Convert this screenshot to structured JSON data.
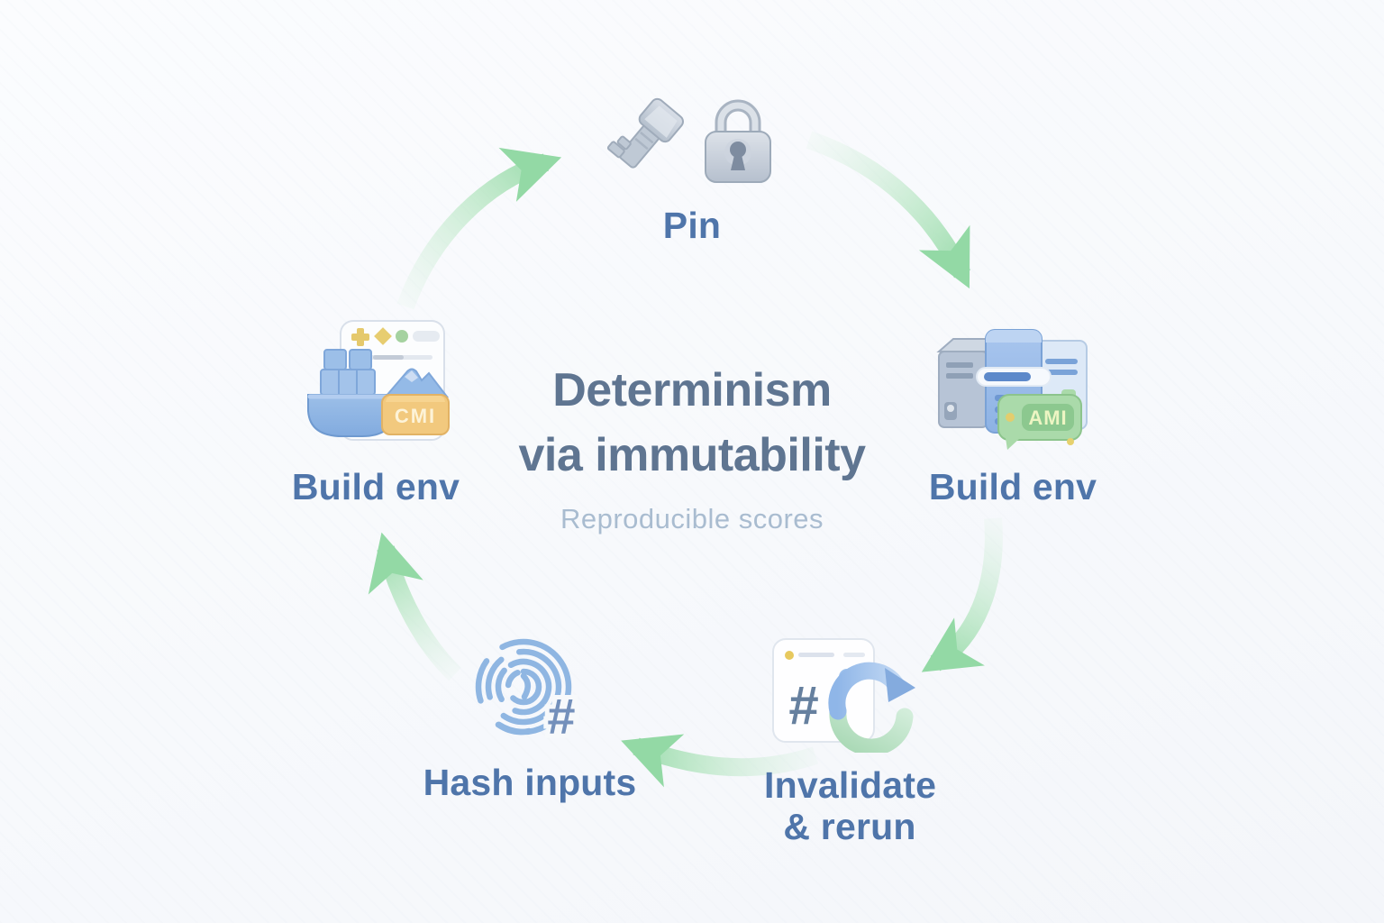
{
  "title": {
    "line1": "Determinism",
    "line2": "via immutability",
    "subtitle": "Reproducible scores"
  },
  "nodes": [
    {
      "id": "pin",
      "label": "Pin",
      "icons": [
        "key-icon",
        "padlock-icon"
      ]
    },
    {
      "id": "build-env-right",
      "label": "Build env",
      "badge": "AMI",
      "icons": [
        "server-tower-icon",
        "document-icon",
        "ami-badge-icon"
      ]
    },
    {
      "id": "invalidate-rerun",
      "label_line1": "Invalidate",
      "label_line2": "& rerun",
      "hash_glyph": "#",
      "icons": [
        "hash-card-icon",
        "refresh-cycle-icon"
      ]
    },
    {
      "id": "hash-inputs",
      "label": "Hash inputs",
      "hash_glyph": "#",
      "icons": [
        "fingerprint-icon",
        "hash-glyph-icon"
      ]
    },
    {
      "id": "build-env-left",
      "label": "Build env",
      "badge": "CMI",
      "icons": [
        "browser-card-icon",
        "docker-whale-icon",
        "cmi-badge-icon"
      ]
    }
  ],
  "arrows": [
    {
      "from": "build-env-left",
      "to": "pin"
    },
    {
      "from": "pin",
      "to": "build-env-right"
    },
    {
      "from": "build-env-right",
      "to": "invalidate-rerun"
    },
    {
      "from": "invalidate-rerun",
      "to": "hash-inputs"
    },
    {
      "from": "hash-inputs",
      "to": "build-env-left"
    }
  ],
  "colors": {
    "background": "#f7f9fc",
    "arrow_green": "#93d9a5",
    "label_blue": "#4f75aa",
    "title_slate": "#5f7591",
    "subtitle_gray": "#a9bcd0",
    "icon_gray": "#c2cbd7",
    "icon_blue": "#8db2e2",
    "ami_badge_green": "#aadaaa",
    "cmi_badge_amber": "#f2c97e"
  }
}
